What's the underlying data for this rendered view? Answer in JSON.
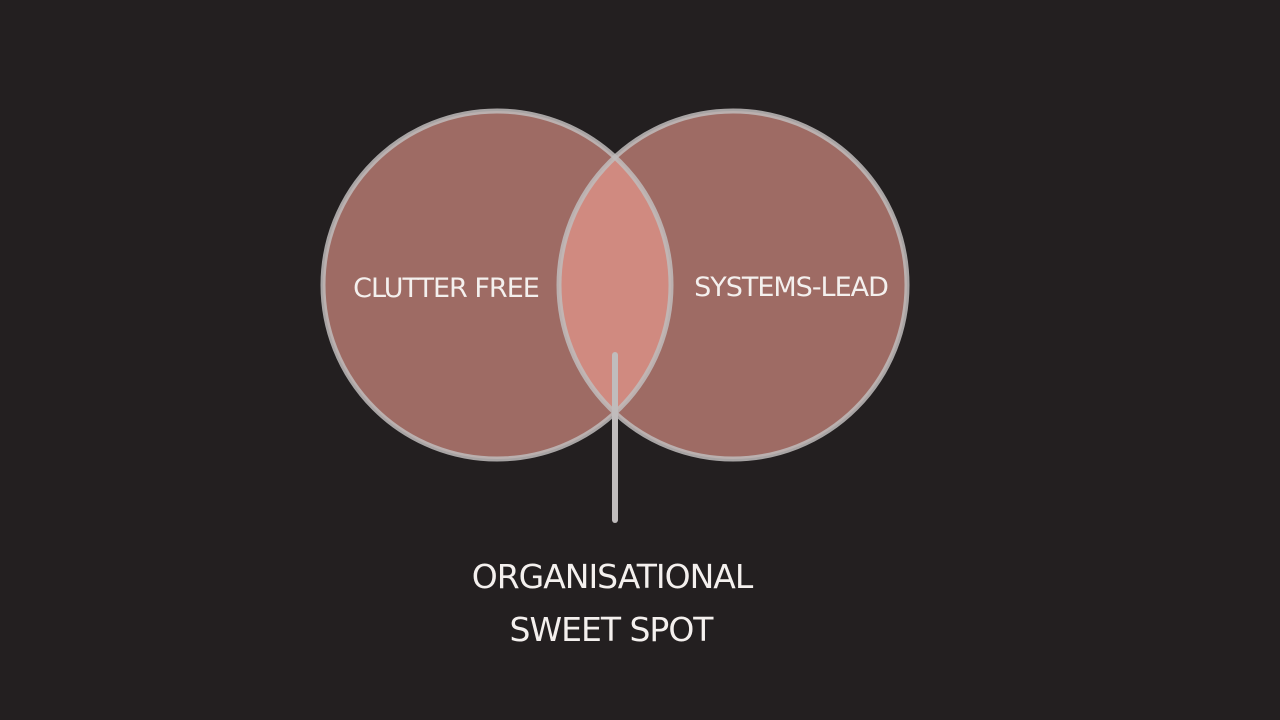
{
  "diagram": {
    "left_circle_label": "CLUTTER FREE",
    "right_circle_label": "SYSTEMS-LEAD",
    "overlap_caption_line1": "ORGANISATIONAL",
    "overlap_caption_line2": "SWEET SPOT"
  },
  "colors": {
    "background": "#231f20",
    "circle_fill": "#9e6b64",
    "overlap_fill": "#d08a80",
    "outline": "#c0bcbc",
    "text": "#f4f0ee"
  }
}
